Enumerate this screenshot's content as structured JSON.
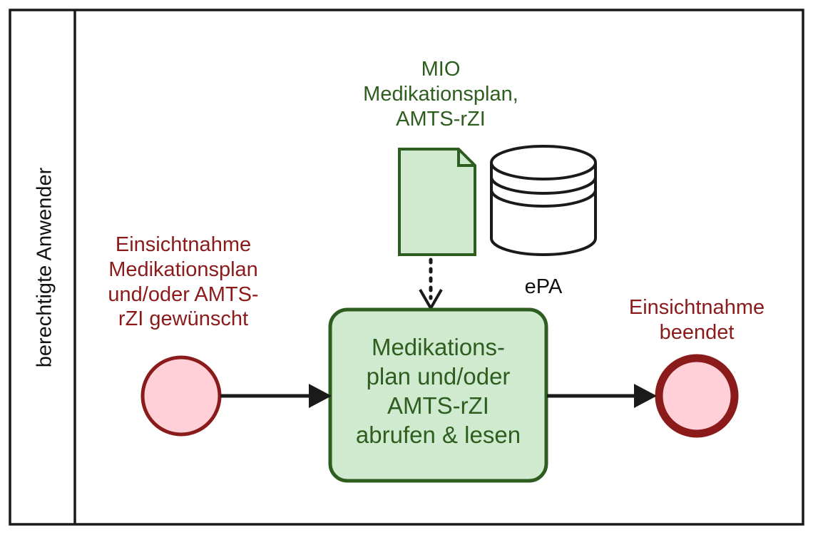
{
  "lane": {
    "label": "berechtigte Anwender"
  },
  "start_event": {
    "label": "Einsichtnahme\nMedikationsplan\nund/oder AMTS-\nrZI gewünscht"
  },
  "data_object": {
    "label": "MIO\nMedikationsplan,\nAMTS-rZI"
  },
  "data_store": {
    "label": "ePA"
  },
  "task": {
    "label": "Medikations-\nplan und/oder\nAMTS-rZI\nabrufen & lesen"
  },
  "end_event": {
    "label": "Einsichtnahme\nbeendet"
  },
  "colors": {
    "event_stroke": "#8B1A1A",
    "event_fill": "#FFD0D8",
    "task_stroke": "#2E5E1F",
    "task_fill": "#D0EAD0",
    "line": "#1a1a1a"
  }
}
